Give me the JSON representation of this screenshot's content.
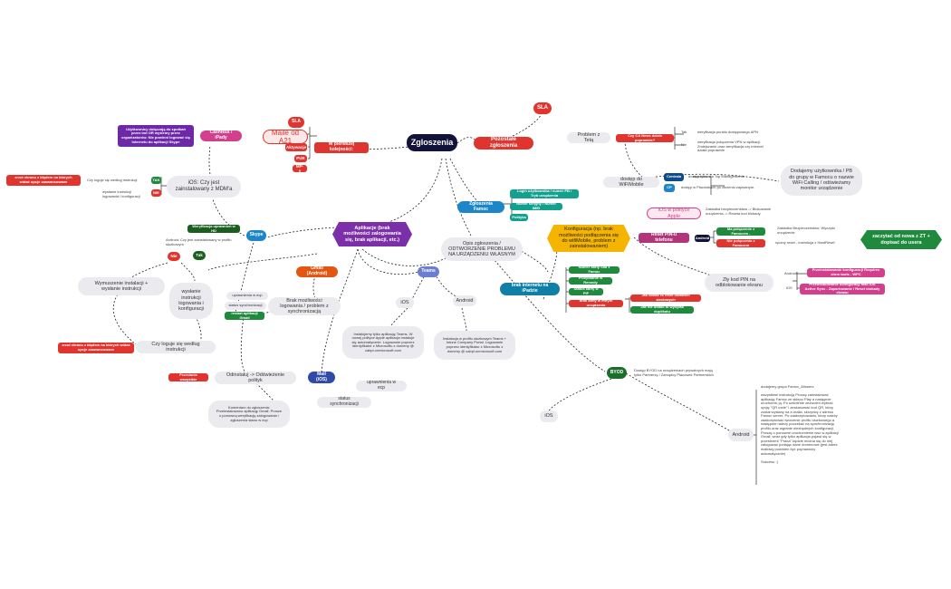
{
  "nodes": {
    "zgloszenia": "Zgloszenia",
    "pozostale": "Pozostałe zgłoszenia",
    "sla_top": "SLA",
    "sla_small": "SLA",
    "maile_a21": "Maile od A21",
    "w_pierwszej": "W pierwszej kolejności:",
    "aktywacje": "Aktywacje",
    "puk": "PUK",
    "mp": "MP-y",
    "cashless": "Cashless / iPady",
    "purple_note": "Użytkownicy dołączają do spotkań przez bot OR wyślemy przez organizatorów. Nie powinni logować się Internetu do aplikacji Skype",
    "ios_mdm": "iOS: Czy jest zainstalowany z MDM'a",
    "tak1": "TAK",
    "nie1": "NIE",
    "czy_loguje_top": "Czy loguje się według instrukcji",
    "zrzut_top": "zrzut ekranu z błędem na których widać opcje zaawansowane",
    "wyslanie_small": "wysłanie instrukcji logowania / konfiguracji",
    "weryfikacja": "Weryfikacja uprawnień w HD",
    "skype": "Skype",
    "android_note": "Android: Czy jest zainstalowany w profilu służbowym",
    "nie2": "Nie",
    "tak2": "Tak",
    "wymuszenie": "Wymuszenie instalacji + wysłanie instrukcji",
    "wyslanie_big": "wysłanie instrukcji logowania i konfiguracji",
    "zrzut_bottom": "zrzut ekranu z błędem na których widać opcje zaawansowane",
    "czy_loguje_bottom": "Czy loguje się według instrukcji",
    "aplikacje": "Aplikacje (brak możliwości zalogowania się, brak aplikacji, etc.)",
    "gmail": "Gmail (Android)",
    "brak_logowania": "Brak możliwości logowania / problem z synchronizacją",
    "uprawnienia_ecp": "uprawnienia w ecp",
    "status_sync": "status synchronizacji",
    "restart_gmail": "restart aplikacji Gmail",
    "przeslanie": "Przesłanie wszystkie",
    "odinstaluj": "Odinstaluj -> Odświeżenie polityk",
    "komentarz": "Komentarz do zgłoszenia: Przeinstalowano aplikację Gmail. Prosze o ponowną weryfikację zalogowania / zgłoszenia stanu w ecp",
    "mail_ios": "Mail (iOS)",
    "uprawnienia_ecp2": "uprawnienia w ecp",
    "status_sync2": "status synchronizacji",
    "teams": "Teams",
    "ios_teams": "iOS",
    "android_teams": "Android",
    "ios_teams_note": "Instalujemy tylko aplikację Teams. W nowej polityce Apple aplikacja instaluje się automatycznie. Logowanie poprzez identyfikator z Microsoftu z domeny @ cabpl.onmicrosoft.com",
    "android_teams_note": "Instalacja w profilu służbowym Teams + Intune Company Portal. Logowanie poprzez identyfikator z Microsoftu z domeny @ cabpl.onmicrosoft.com",
    "opis_zgloszenia": "Opis zgłoszenia / ODTWORZENIE PROBLEMU NA URZĄDZENIU WŁASNYM",
    "zgloszenia_famoc": "Zgłoszenia Famoc",
    "famoc_items": [
      "Login użytkownika / numer PB / Tryb urządzenia",
      "Numer seryjny / Numer IMEI",
      "Polityka"
    ],
    "problem_tetra": "Problem z Tetą",
    "czy_ca": "Czy CA News działa poprawnie?",
    "tak_tetra": "Tak",
    "nie_tetra": "Nie",
    "wer_punktu": "weryfikacja punktu dostępowego APN",
    "wer_polaczenia": "weryfikacja połączenia VPN w aplikacji. Zmiejszanie oraz weryfikacja czy internet działa poprawnie",
    "dostep_wifi": "dostęp do WiFiMobile",
    "centrala": "Centrala",
    "centrala_note": "dostęp tylko dla Top Managementu",
    "cp": "CP",
    "cp_note": "dostęp w Placówkach po złożeniu zapisanym.",
    "dodajemy": "Dodajemy użytkownika / PB do grupy w Famocu o nazwie WiFi Calling / odświeżamy monitor urządzenie",
    "konfiguracja": "Konfiguracja (np. brak możliwości podłączenia się do wifiMobile, problem z zainstalowaniem)",
    "ios_apple": "iOS w polityce Apple",
    "ios_apple_note": "Zakładka bezpieczeństwa -> Blokowanie urządzenia -> Reseta kod blokady",
    "reset_pin": "Reset PIN-u telefonu",
    "android_badge": "Android",
    "ma_polaczenie": "Ma połączenie z Famocem -",
    "nie_ma_polaczenia": "Nie połączenia z Famocem",
    "zakladka_note": "Zakładka Bezpieczeństwo: Wyczyść urządzenie",
    "reczny_reset": "ręczny reset - instrukcja z HardReset",
    "zaczytac": "zaczytać od nowa z ZT + dopisać do usera",
    "zly_kod": "Zły kod PIN na odblokowanie ekranu",
    "android_pin": "Android",
    "ios_pin": "iOS",
    "przeinstal1": "Przeinstalowanie konfiguracji Requires chrm tools - WPC",
    "przeinstal2": "Przeinstalowanie konfiguracji Mail iOS Active Sync - Zaportowanie / Reset blokady ekranu",
    "brak_internetu": "brak internetu na iPadzie",
    "brak_items": [
      "Numer karty SIM z Famoc",
      "Przepisanie w Remedy",
      "Status karty w PIF",
      "brak karty w mtryni urządzenia"
    ],
    "jak_dodac": "Jak dodać to reset ustawień sieciowych",
    "jak_nie": "Jak nie dodać to wysyłka duplikatu",
    "byod": "BYOD",
    "byod_note": "Dostęp BYOD na urządzeniach prywatnych mają tylko Partnerzy / Zarządcy Placówek Partnerskich",
    "byod_ios": "iOS",
    "byod_android": "Android",
    "android_long": "dodajemy grupa Famoc_Allusers\n\nwszystkimi instrukcją Proszę zainstalować aplikację Famoc ze sklepu Play a następnie uruchomić ją. Po uzdolenie zezwoleń wybrać opcję \"QR code\" i zeskanować kod QR, który został wysłany na e-maila, skrzynkę z adresu Famoc server. Po zaakceptowaniu, który należy zaakceptować tworzenie profilu służbowego a następnie należy poczekać na synchronizację profilu oraz wgranie niezbędnych konfiguracji. Proszę o ponowne uruchomienie wsz w aplikacji Gmail, wraz gdy tylko aplikacja pojawi się w przestrzeni \"Praca\" będzie można się do niej zalogować podając dane domenowe (jest adres mailowy powinien być poprawiony automatycznie)\n\nSukcesu :)"
  }
}
